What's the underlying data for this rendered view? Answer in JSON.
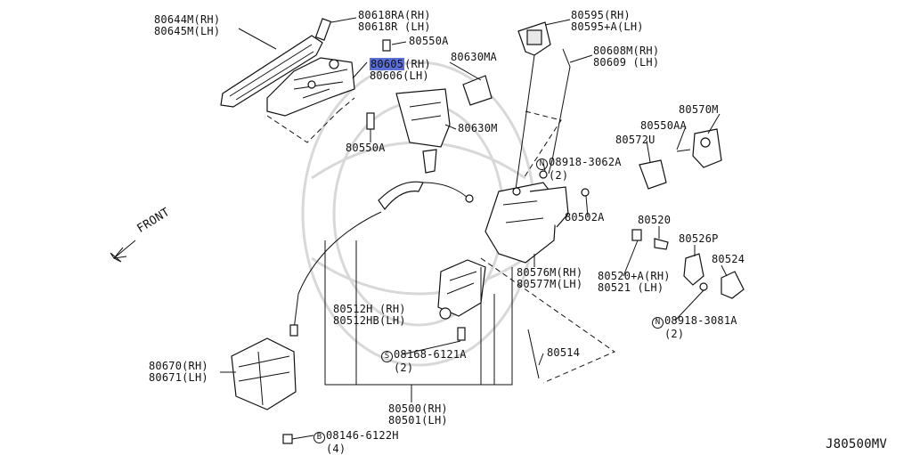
{
  "diagram_code": "J80500MV",
  "front_label": "FRONT",
  "labels": {
    "p80644": [
      "80644M(RH)",
      "80645M(LH)"
    ],
    "p80618": [
      "80618RA(RH)",
      "80618R (LH)"
    ],
    "p80550a_top": "80550A",
    "p80605": [
      "80605",
      "(RH)"
    ],
    "p80606": "80606(LH)",
    "p80630ma": "80630MA",
    "p80550a_mid": "80550A",
    "p80630m": "80630M",
    "p80595": [
      "80595(RH)",
      "80595+A(LH)"
    ],
    "p80608": [
      "80608M(RH)",
      "80609 (LH)"
    ],
    "p80570m": "80570M",
    "p80550aa": "80550AA",
    "p80572u": "80572U",
    "p08918_3062": {
      "prefix": "N",
      "code": "08918-3062A",
      "qty": "(2)"
    },
    "p80502a": "80502A",
    "p80520": "80520",
    "p80526p": "80526P",
    "p80524": "80524",
    "p80576m": [
      "80576M(RH)",
      "80577M(LH)"
    ],
    "p80520a": [
      "80520+A(RH)",
      "80521 (LH)"
    ],
    "p08918_3081": {
      "prefix": "N",
      "code": "08918-3081A",
      "qty": "(2)"
    },
    "p80512h": [
      "80512H (RH)",
      "80512HB(LH)"
    ],
    "p08168": {
      "prefix": "S",
      "code": "08168-6121A",
      "qty": "(2)"
    },
    "p80514": "80514",
    "p80670": [
      "80670(RH)",
      "80671(LH)"
    ],
    "p80500": [
      "80500(RH)",
      "80501(LH)"
    ],
    "p08146": {
      "prefix": "B",
      "code": "08146-6122H",
      "qty": "(4)"
    }
  }
}
